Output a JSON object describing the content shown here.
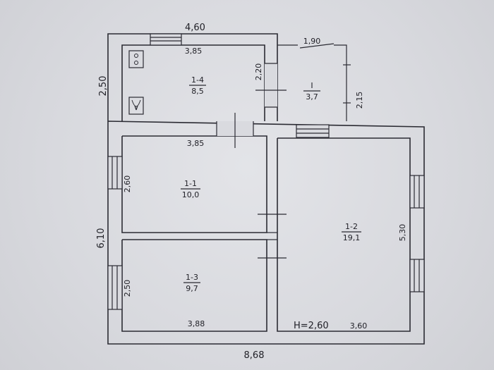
{
  "dimensions": {
    "top_width": "4,60",
    "left_upper": "2,50",
    "left_total": "6,10",
    "bottom_total": "8,68",
    "room14_width": "3,85",
    "room14_height": "2,20",
    "porch_width": "1,90",
    "porch_height": "2,15",
    "room11_width": "3,85",
    "room11_height": "2,60",
    "room13_width": "3,88",
    "room13_height": "2,50",
    "room12_width": "3,60",
    "room12_height": "5,30"
  },
  "rooms": {
    "r14": {
      "number": "1-4",
      "area": "8,5"
    },
    "porch": {
      "number": "I",
      "area": "3,7"
    },
    "r11": {
      "number": "1-1",
      "area": "10,0"
    },
    "r12": {
      "number": "1-2",
      "area": "19,1"
    },
    "r13": {
      "number": "1-3",
      "area": "9,7"
    }
  },
  "ceiling_height": "H=2,60",
  "icons": {
    "stove": "stove-icon",
    "sink": "sink-icon"
  }
}
